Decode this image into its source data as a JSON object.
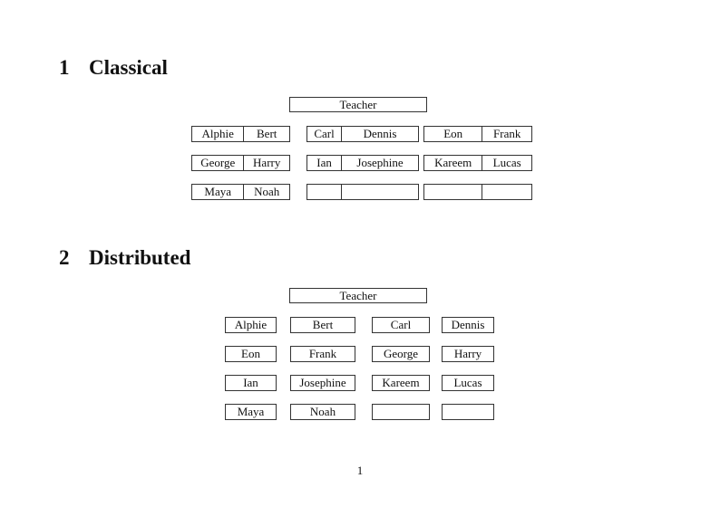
{
  "colors": {
    "background": "#ffffff",
    "text": "#111111",
    "border": "#333333"
  },
  "page": {
    "number": "1"
  },
  "sections": [
    {
      "number": "1",
      "title": "Classical",
      "teacher_label": "Teacher",
      "desk_rows": [
        [
          [
            "Alphie",
            "Bert"
          ],
          [
            "Carl",
            "Dennis"
          ],
          [
            "Eon",
            "Frank"
          ]
        ],
        [
          [
            "George",
            "Harry"
          ],
          [
            "Ian",
            "Josephine"
          ],
          [
            "Kareem",
            "Lucas"
          ]
        ],
        [
          [
            "Maya",
            "Noah"
          ],
          [
            "",
            ""
          ],
          [
            "",
            ""
          ]
        ]
      ]
    },
    {
      "number": "2",
      "title": "Distributed",
      "teacher_label": "Teacher",
      "desk_rows": [
        [
          "Alphie",
          "Bert",
          "Carl",
          "Dennis"
        ],
        [
          "Eon",
          "Frank",
          "George",
          "Harry"
        ],
        [
          "Ian",
          "Josephine",
          "Kareem",
          "Lucas"
        ],
        [
          "Maya",
          "Noah",
          "",
          ""
        ]
      ]
    }
  ]
}
